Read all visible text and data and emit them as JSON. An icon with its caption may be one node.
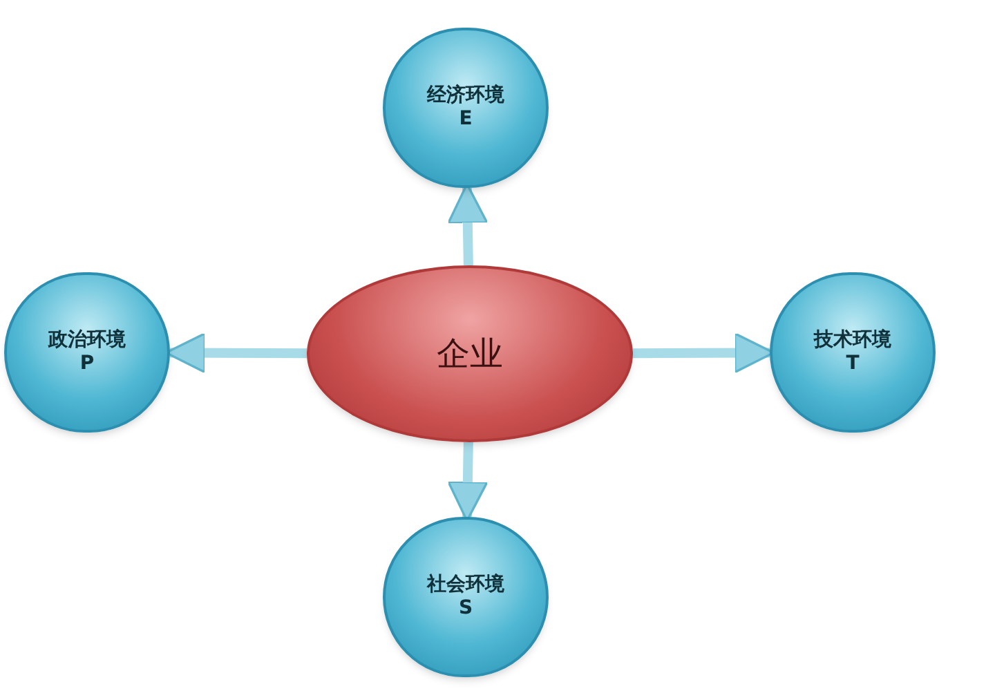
{
  "diagram": {
    "nodes": [
      {
        "text": [
          "企业"
        ]
      },
      {
        "text": [
          "经济环境",
          "E"
        ]
      },
      {
        "text": [
          "政治环境",
          "P"
        ]
      },
      {
        "text": [
          "技术环境",
          "T"
        ]
      },
      {
        "text": [
          "社会环境",
          "S"
        ]
      }
    ],
    "edges": [
      {
        "from": 0,
        "to": 1,
        "arrow": "to"
      },
      {
        "from": 0,
        "to": 2,
        "arrow": "to"
      },
      {
        "from": 0,
        "to": 3,
        "arrow": "to"
      },
      {
        "from": 0,
        "to": 4,
        "arrow": "to"
      }
    ]
  }
}
